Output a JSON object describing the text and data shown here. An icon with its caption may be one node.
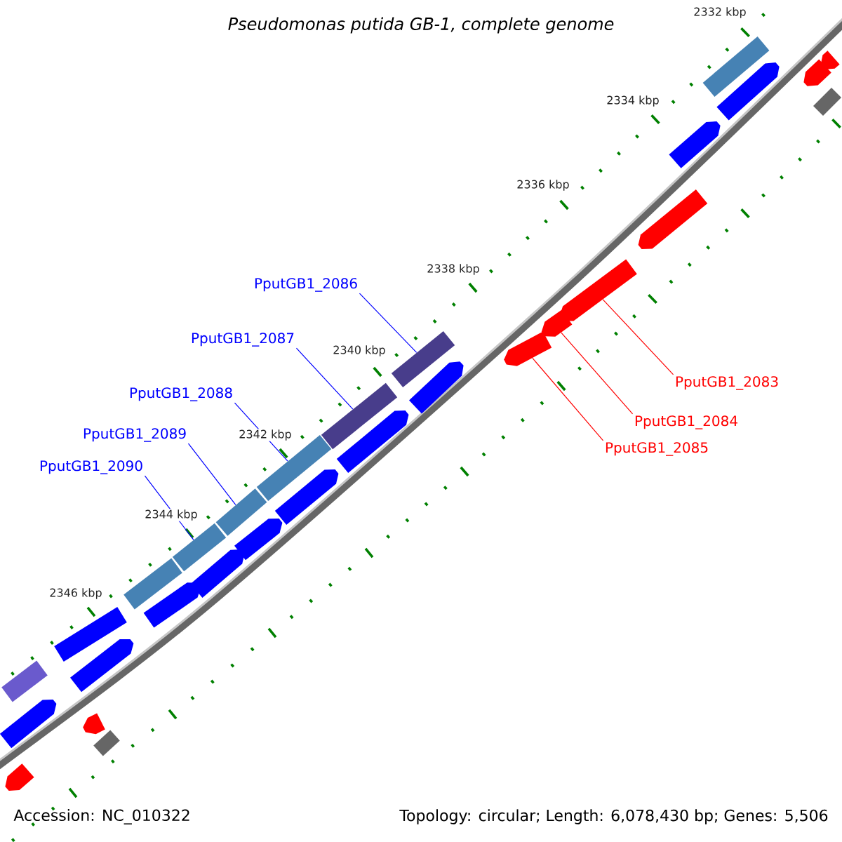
{
  "diagram": {
    "title": "Pseudomonas putida GB-1, complete genome",
    "nodes": [
      {
        "text": [
          "PputGB1_2086"
        ]
      },
      {
        "text": [
          "PputGB1_2087"
        ]
      },
      {
        "text": [
          "PputGB1_2088"
        ]
      },
      {
        "text": [
          "PputGB1_2089"
        ]
      },
      {
        "text": [
          "PputGB1_2090"
        ]
      },
      {
        "text": [
          "PputGB1_2083"
        ]
      },
      {
        "text": [
          "PputGB1_2084"
        ]
      },
      {
        "text": [
          "PputGB1_2085"
        ]
      },
      {
        "text": [],
        "shape": "arrow"
      },
      {
        "text": [],
        "shape": "bar"
      },
      {
        "text": [],
        "shape": "arrow"
      },
      {
        "text": [],
        "shape": "bar"
      },
      {
        "text": [],
        "shape": "arrow"
      },
      {
        "text": [],
        "shape": "arrow"
      },
      {
        "text": [],
        "shape": "box"
      },
      {
        "text": [],
        "shape": "bar"
      },
      {
        "text": [],
        "shape": "arrow"
      },
      {
        "text": [],
        "shape": "bar"
      },
      {
        "text": [],
        "shape": "arrow"
      },
      {
        "text": [],
        "shape": "bar"
      },
      {
        "text": [],
        "shape": "arrow"
      },
      {
        "text": [],
        "shape": "bar"
      },
      {
        "text": [],
        "shape": "arrow"
      },
      {
        "text": [],
        "shape": "bar"
      },
      {
        "text": [],
        "shape": "arrow"
      },
      {
        "text": [],
        "shape": "bar"
      },
      {
        "text": [],
        "shape": "arrow"
      },
      {
        "text": [],
        "shape": "arrow"
      },
      {
        "text": [],
        "shape": "arrow"
      },
      {
        "text": [],
        "shape": "arrow"
      },
      {
        "text": [],
        "shape": "arrow"
      },
      {
        "text": [],
        "shape": "arrow"
      },
      {
        "text": [],
        "shape": "bar"
      },
      {
        "text": [],
        "shape": "arrow"
      },
      {
        "text": [],
        "shape": "arrow"
      },
      {
        "text": [],
        "shape": "box"
      },
      {
        "text": [],
        "shape": "arrow"
      }
    ],
    "edges": [
      {
        "from": 0,
        "to": 25,
        "arrow": "none"
      },
      {
        "from": 1,
        "to": 23,
        "arrow": "none"
      },
      {
        "from": 2,
        "to": 21,
        "arrow": "none"
      },
      {
        "from": 3,
        "to": 19,
        "arrow": "none"
      },
      {
        "from": 4,
        "to": 17,
        "arrow": "none"
      },
      {
        "from": 5,
        "to": 29,
        "arrow": "none",
        "color": "#ff0000"
      },
      {
        "from": 6,
        "to": 28,
        "arrow": "none",
        "color": "#ff0000"
      },
      {
        "from": 7,
        "to": 27,
        "arrow": "none",
        "color": "#ff0000"
      }
    ],
    "labels": [
      "2332 kbp",
      "2334 kbp",
      "2336 kbp",
      "2338 kbp",
      "2340 kbp",
      "2342 kbp",
      "2344 kbp",
      "2346 kbp",
      "Accession: NC_010322",
      "Topology: circular; Length: 6,078,430 bp; Genes: 5,506"
    ]
  }
}
